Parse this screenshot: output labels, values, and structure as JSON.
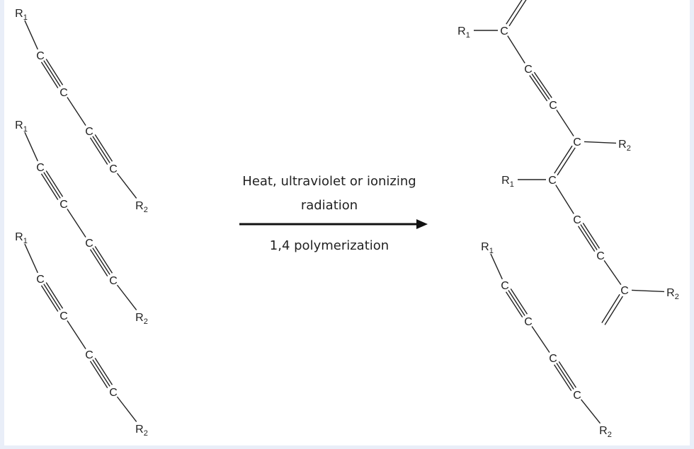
{
  "labels": {
    "carbon": "C",
    "r": "R",
    "sub1": "1",
    "sub2": "2"
  },
  "reaction": {
    "condition_line1": "Heat, ultraviolet or ionizing",
    "condition_line2": "radiation",
    "reaction_type": "1,4 polymerization"
  },
  "colors": {
    "background": "#e9eef8",
    "ink": "#222222"
  }
}
